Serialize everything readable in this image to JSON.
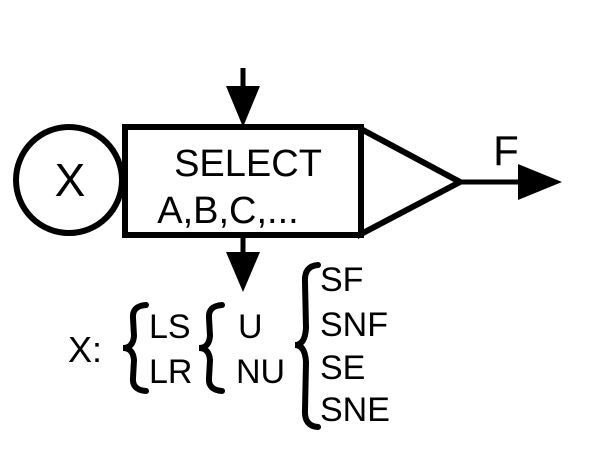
{
  "diagram": {
    "circle_label": "X",
    "box_line1": "SELECT",
    "box_line2": "A,B,C,...",
    "output_label": "F",
    "legend": {
      "prefix": "X:",
      "group1": [
        "LS",
        "LR"
      ],
      "group2": [
        "U",
        "NU"
      ],
      "group3": [
        "SF",
        "SNF",
        "SE",
        "SNE"
      ]
    }
  }
}
